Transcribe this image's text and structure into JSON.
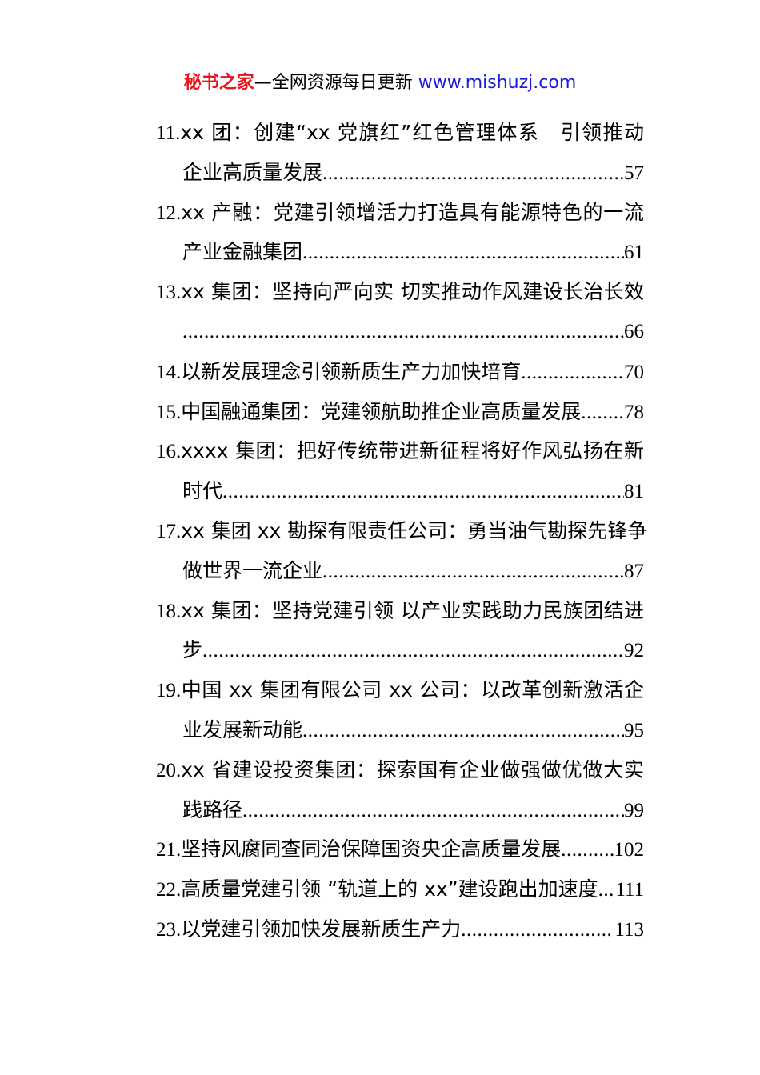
{
  "header": {
    "brand": "秘书之家",
    "slogan": "—全网资源每日更新 ",
    "url": "www.mishuzj.com"
  },
  "colors": {
    "brand": "#e8141b",
    "url": "#1a1adc"
  },
  "toc": [
    {
      "num": "11.",
      "lines": [
        "xx 团：创建“xx 党旗红”红色管理体系　引领推动",
        "企业高质量发展"
      ],
      "page": "57"
    },
    {
      "num": "12.",
      "lines": [
        "xx 产融：党建引领增活力打造具有能源特色的一流",
        "产业金融集团"
      ],
      "page": "61"
    },
    {
      "num": "13.",
      "lines": [
        "xx 集团：坚持向严向实 切实推动作风建设长治长效",
        ""
      ],
      "page": "66"
    },
    {
      "num": "14.",
      "lines": [
        "以新发展理念引领新质生产力加快培育"
      ],
      "page": "70"
    },
    {
      "num": "15.",
      "lines": [
        "中国融通集团：党建领航助推企业高质量发展"
      ],
      "page": "78"
    },
    {
      "num": "16.",
      "lines": [
        "xxxx 集团：把好传统带进新征程将好作风弘扬在新",
        "时代"
      ],
      "page": "81"
    },
    {
      "num": "17.",
      "lines": [
        "xx 集团 xx 勘探有限责任公司：勇当油气勘探先锋争",
        "做世界一流企业"
      ],
      "page": "87"
    },
    {
      "num": "18.",
      "lines": [
        "xx 集团：坚持党建引领 以产业实践助力民族团结进",
        "步"
      ],
      "page": "92"
    },
    {
      "num": "19.",
      "lines": [
        "中国 xx 集团有限公司 xx 公司：以改革创新激活企",
        "业发展新动能"
      ],
      "page": "95"
    },
    {
      "num": "20.",
      "lines": [
        "xx 省建设投资集团：探索国有企业做强做优做大实",
        "践路径"
      ],
      "page": "99"
    },
    {
      "num": "21.",
      "lines": [
        "坚持风腐同查同治保障国资央企高质量发展"
      ],
      "page": "102"
    },
    {
      "num": "22.",
      "lines": [
        "高质量党建引领 “轨道上的 xx”建设跑出加速度"
      ],
      "page": "111"
    },
    {
      "num": "23.",
      "lines": [
        "以党建引领加快发展新质生产力"
      ],
      "page": "113"
    }
  ]
}
